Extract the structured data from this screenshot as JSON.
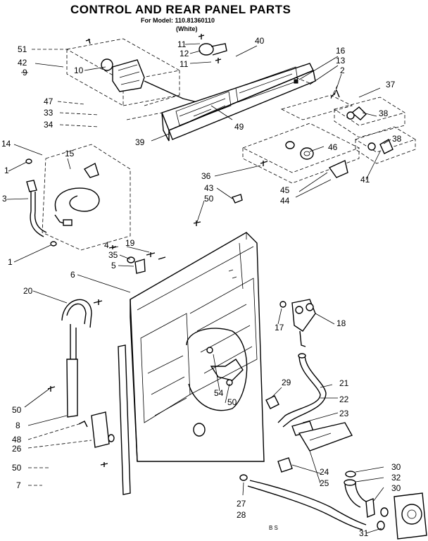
{
  "title": "CONTROL   AND REAR PANEL PARTS",
  "model_line": "For Model: 110.81360110",
  "color_line": "(White)",
  "footer_mark": "B S",
  "callouts": [
    "51",
    "42",
    "9",
    "10",
    "11",
    "12",
    "11",
    "40",
    "16",
    "13",
    "2",
    "37",
    "47",
    "33",
    "34",
    "39",
    "49",
    "38",
    "46",
    "38",
    "14",
    "15",
    "1",
    "3",
    "36",
    "43",
    "50",
    "45",
    "44",
    "41",
    "4",
    "19",
    "35",
    "5",
    "1",
    "6",
    "20",
    "17",
    "18",
    "21",
    "54",
    "29",
    "50",
    "22",
    "23",
    "50",
    "8",
    "48",
    "26",
    "50",
    "7",
    "24",
    "25",
    "30",
    "32",
    "30",
    "27",
    "28",
    "31"
  ]
}
